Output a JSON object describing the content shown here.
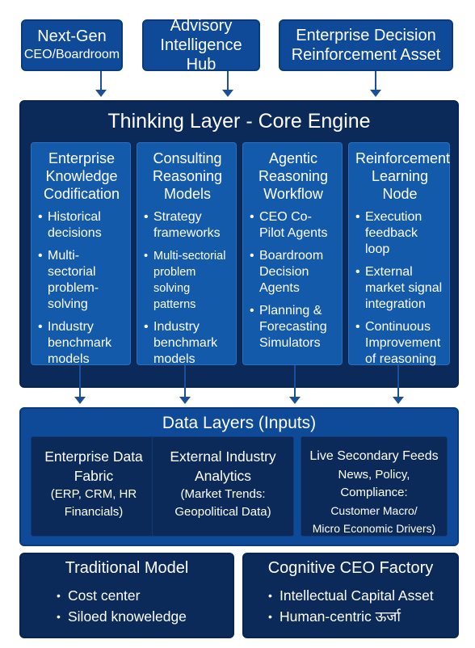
{
  "top_boxes": [
    {
      "line1": "Next-Gen",
      "line2": "CEO/Boardroom"
    },
    {
      "line1": "Advisory",
      "line2": "Intelligence Hub"
    },
    {
      "line1": "Enterprise Decision",
      "line2": "Reinforcement Asset"
    }
  ],
  "core": {
    "title": "Thinking Layer - Core Engine",
    "columns": [
      {
        "title": [
          "Enterprise",
          "Knowledge",
          "Codification"
        ],
        "items": [
          "Historical decisions",
          "Multi-sectorial problem-solving",
          "Industry benchmark models"
        ]
      },
      {
        "title": [
          "Consulting",
          "Reasoning",
          "Models"
        ],
        "items": [
          "Strategy frameworks",
          "Multi-sectorial problem solving patterns",
          "Industry benchmark models"
        ]
      },
      {
        "title": [
          "Agentic",
          "Reasoning",
          "Workflow"
        ],
        "items": [
          "CEO Co-Pilot Agents",
          "Boardroom Decision Agents",
          "Planning & Forecasting Simulators"
        ]
      },
      {
        "title": [
          "Reinforcement",
          "Learning Node"
        ],
        "items": [
          "Execution feedback loop",
          "External market signal integration",
          "Continuous Improvement of reasoning"
        ]
      }
    ]
  },
  "data_layers": {
    "title": "Data Layers (Inputs)",
    "cells": [
      {
        "title": [
          "Enterprise Data",
          "Fabric"
        ],
        "sub": [
          "(ERP, CRM, HR",
          "Financials)"
        ]
      },
      {
        "title": [
          "External Industry",
          "Analytics"
        ],
        "sub": [
          "(Market Trends:",
          "Geopolitical Data)"
        ]
      },
      {
        "title": [
          "Live Secondary Feeds"
        ],
        "sub": [
          "News, Policy,",
          "Compliance:",
          "Customer Macro/",
          "Micro Economic Drivers)"
        ]
      }
    ]
  },
  "bottom": [
    {
      "title": "Traditional Model",
      "items": [
        "Cost center",
        "Siloed knoweledge"
      ]
    },
    {
      "title": "Cognitive CEO Factory",
      "items": [
        "Intellectual Capital Asset",
        "Human-centric ऊर्जा"
      ]
    }
  ]
}
